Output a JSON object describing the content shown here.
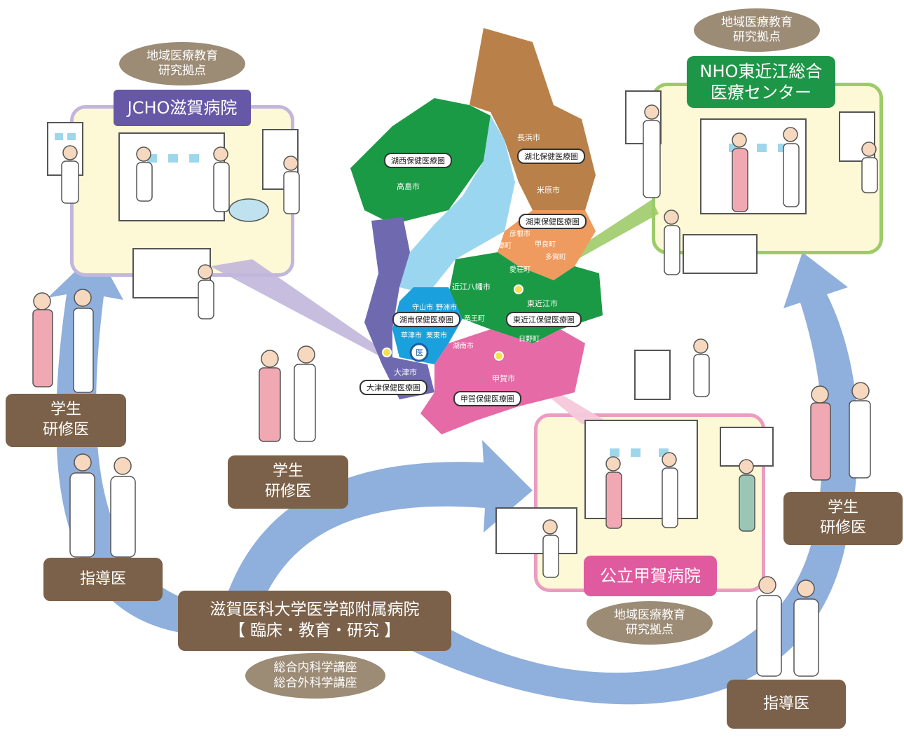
{
  "hospitals": {
    "jcho": {
      "name": "JCHO滋賀病院",
      "badge": "地域医療教育\n研究拠点"
    },
    "nho": {
      "name": "NHO東近江総合\n医療センター",
      "badge": "地域医療教育\n研究拠点"
    },
    "koka": {
      "name": "公立甲賀病院",
      "badge": "地域医療教育\n研究拠点"
    },
    "university": {
      "name": "滋賀医科大学医学部附属病院\n【 臨床・教育・研究 】",
      "departments": "総合内科学講座\n総合外科学講座"
    }
  },
  "roles": {
    "trainee": "学生\n研修医",
    "supervisor": "指導医"
  },
  "map": {
    "zones": [
      {
        "label": "湖西保健医療圏"
      },
      {
        "label": "湖北保健医療圏"
      },
      {
        "label": "湖東保健医療圏"
      },
      {
        "label": "湖南保健医療圏"
      },
      {
        "label": "東近江保健医療圏"
      },
      {
        "label": "大津保健医療圏"
      },
      {
        "label": "甲賀保健医療圏"
      }
    ],
    "cities": [
      "高島市",
      "長浜市",
      "米原市",
      "彦根市",
      "甲良町",
      "豊郷町",
      "多賀町",
      "愛荘町",
      "近江八幡市",
      "東近江市",
      "守山市",
      "野洲市",
      "竜王町",
      "草津市",
      "栗東市",
      "湖南市",
      "日野町",
      "大津市",
      "甲賀市"
    ],
    "university_marker": "医"
  },
  "colors": {
    "kosei": "#1b9a45",
    "kohoku": "#b98149",
    "koto": "#ef9a5e",
    "lake": "#9bd6f0",
    "konan": "#1aa0dc",
    "higashiomi": "#1b9a45",
    "otsu": "#6f6ab0",
    "koka": "#e56aa6",
    "arrow": "#8fafdc"
  }
}
